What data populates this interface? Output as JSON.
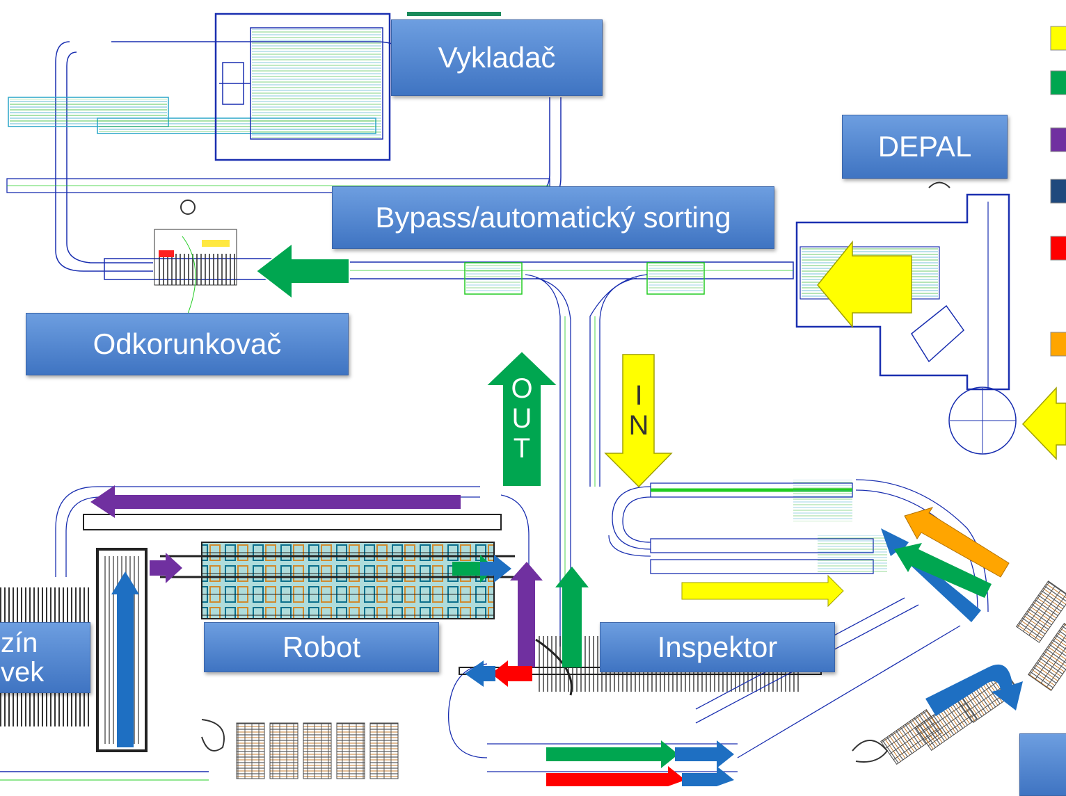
{
  "labels": {
    "vykladac": "Vykladač",
    "depal": "DEPAL",
    "bypass": "Bypass/automatický sorting",
    "odkorunkovac": "Odkorunkovač",
    "robot": "Robot",
    "inspektor": "Inspektor",
    "zasobnik_line1": "zín",
    "zasobnik_line2": "vek"
  },
  "flow_text": {
    "out": [
      "O",
      "U",
      "T"
    ],
    "in": [
      "I",
      "N"
    ]
  },
  "colors": {
    "yellow": "#ffff00",
    "green": "#00a650",
    "purple": "#7030a0",
    "navy": "#1f497d",
    "red": "#ff0000",
    "orange": "#ffa500",
    "blue_arrow": "#1e6fc2",
    "line_blue": "#1a2fb0",
    "line_green": "#22cc22",
    "label_blue": "#4a7fcf"
  },
  "legend": [
    {
      "color": "yellow"
    },
    {
      "color": "green"
    },
    {
      "color": "purple"
    },
    {
      "color": "navy"
    },
    {
      "color": "red"
    },
    {
      "color": "orange"
    }
  ]
}
